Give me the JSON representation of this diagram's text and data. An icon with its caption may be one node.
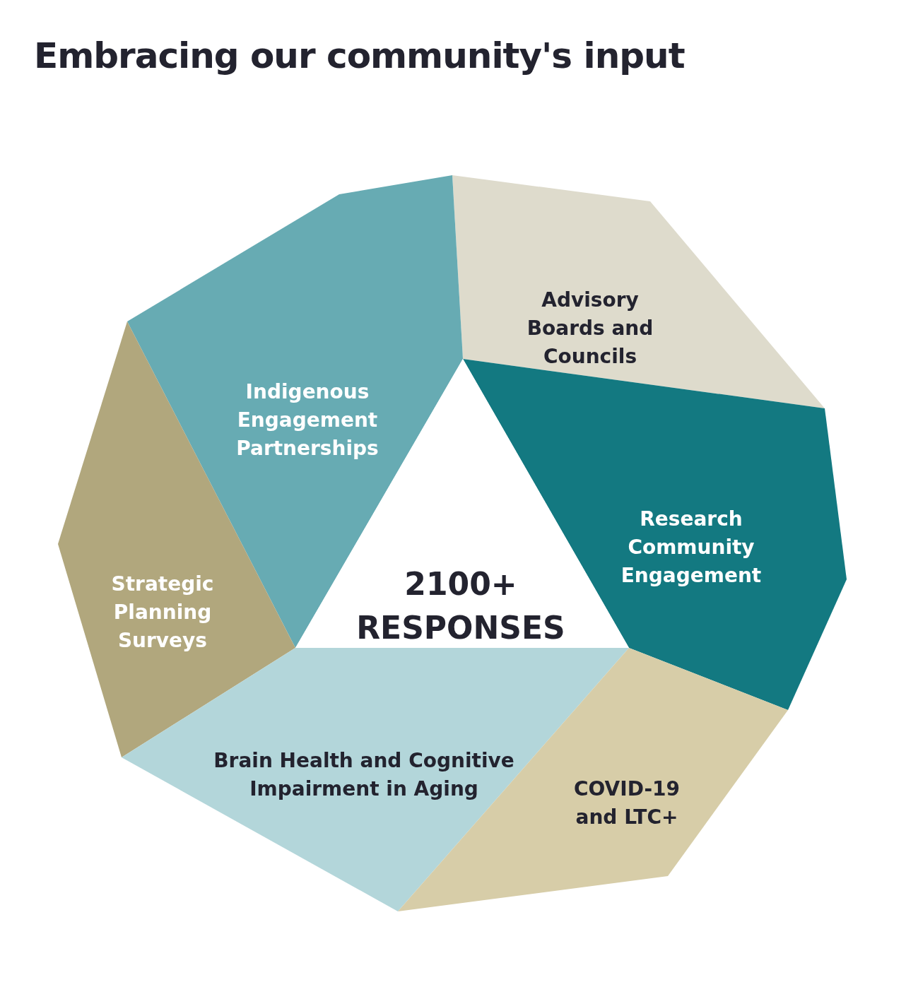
{
  "diagram": {
    "title": "Embracing our community's input",
    "nodes": [
      {
        "text": [
          "Advisory Boards and Councils"
        ]
      },
      {
        "text": [
          "Indigenous Engagement Partnerships"
        ]
      },
      {
        "text": [
          "Research Community Engagement"
        ]
      },
      {
        "text": [
          "2100+ RESPONSES"
        ]
      },
      {
        "text": [
          "Strategic Planning Surveys"
        ]
      },
      {
        "text": [
          "Brain Health and Cognitive Impairment in Aging"
        ]
      },
      {
        "text": [
          "COVID-19 and LTC+"
        ]
      }
    ]
  }
}
